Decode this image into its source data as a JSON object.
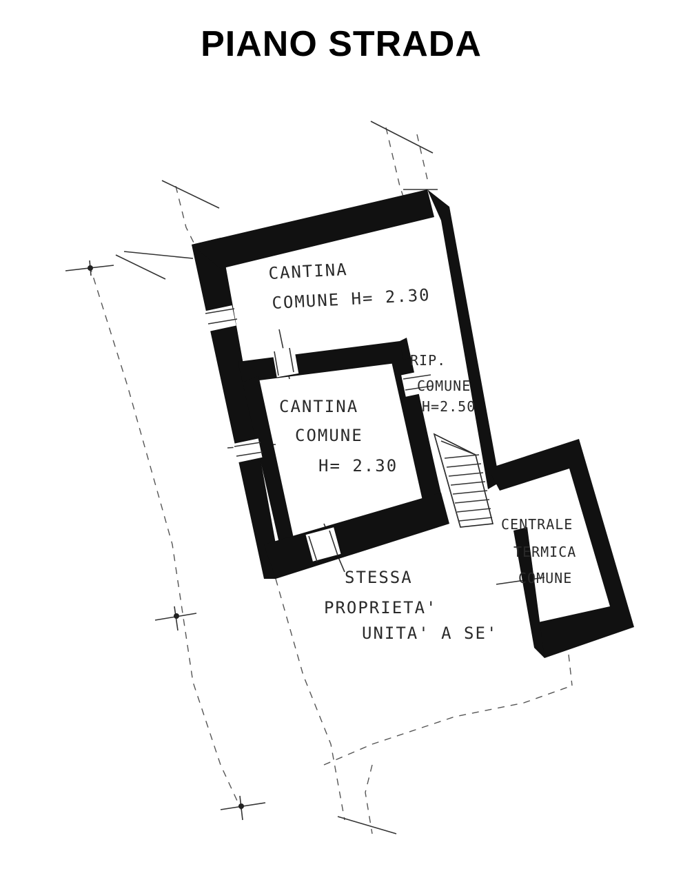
{
  "title": "PIANO STRADA",
  "rooms": {
    "cantina_upper": {
      "line1": "CANTINA",
      "line2": "COMUNE H= 2.30"
    },
    "cantina_lower": {
      "line1": "CANTINA",
      "line2": "COMUNE",
      "line3": "H= 2.30"
    },
    "ripostiglio": {
      "line1": "RIP.",
      "line2": "COMUNE",
      "line3": "H=2.50"
    },
    "centrale_termica": {
      "line1": "CENTRALE",
      "line2": "TERMICA",
      "line3": "COMUNE"
    },
    "stessa_proprieta": {
      "line1": "STESSA",
      "line2": "PROPRIETA'",
      "line3": "UNITA' A SE'"
    }
  }
}
